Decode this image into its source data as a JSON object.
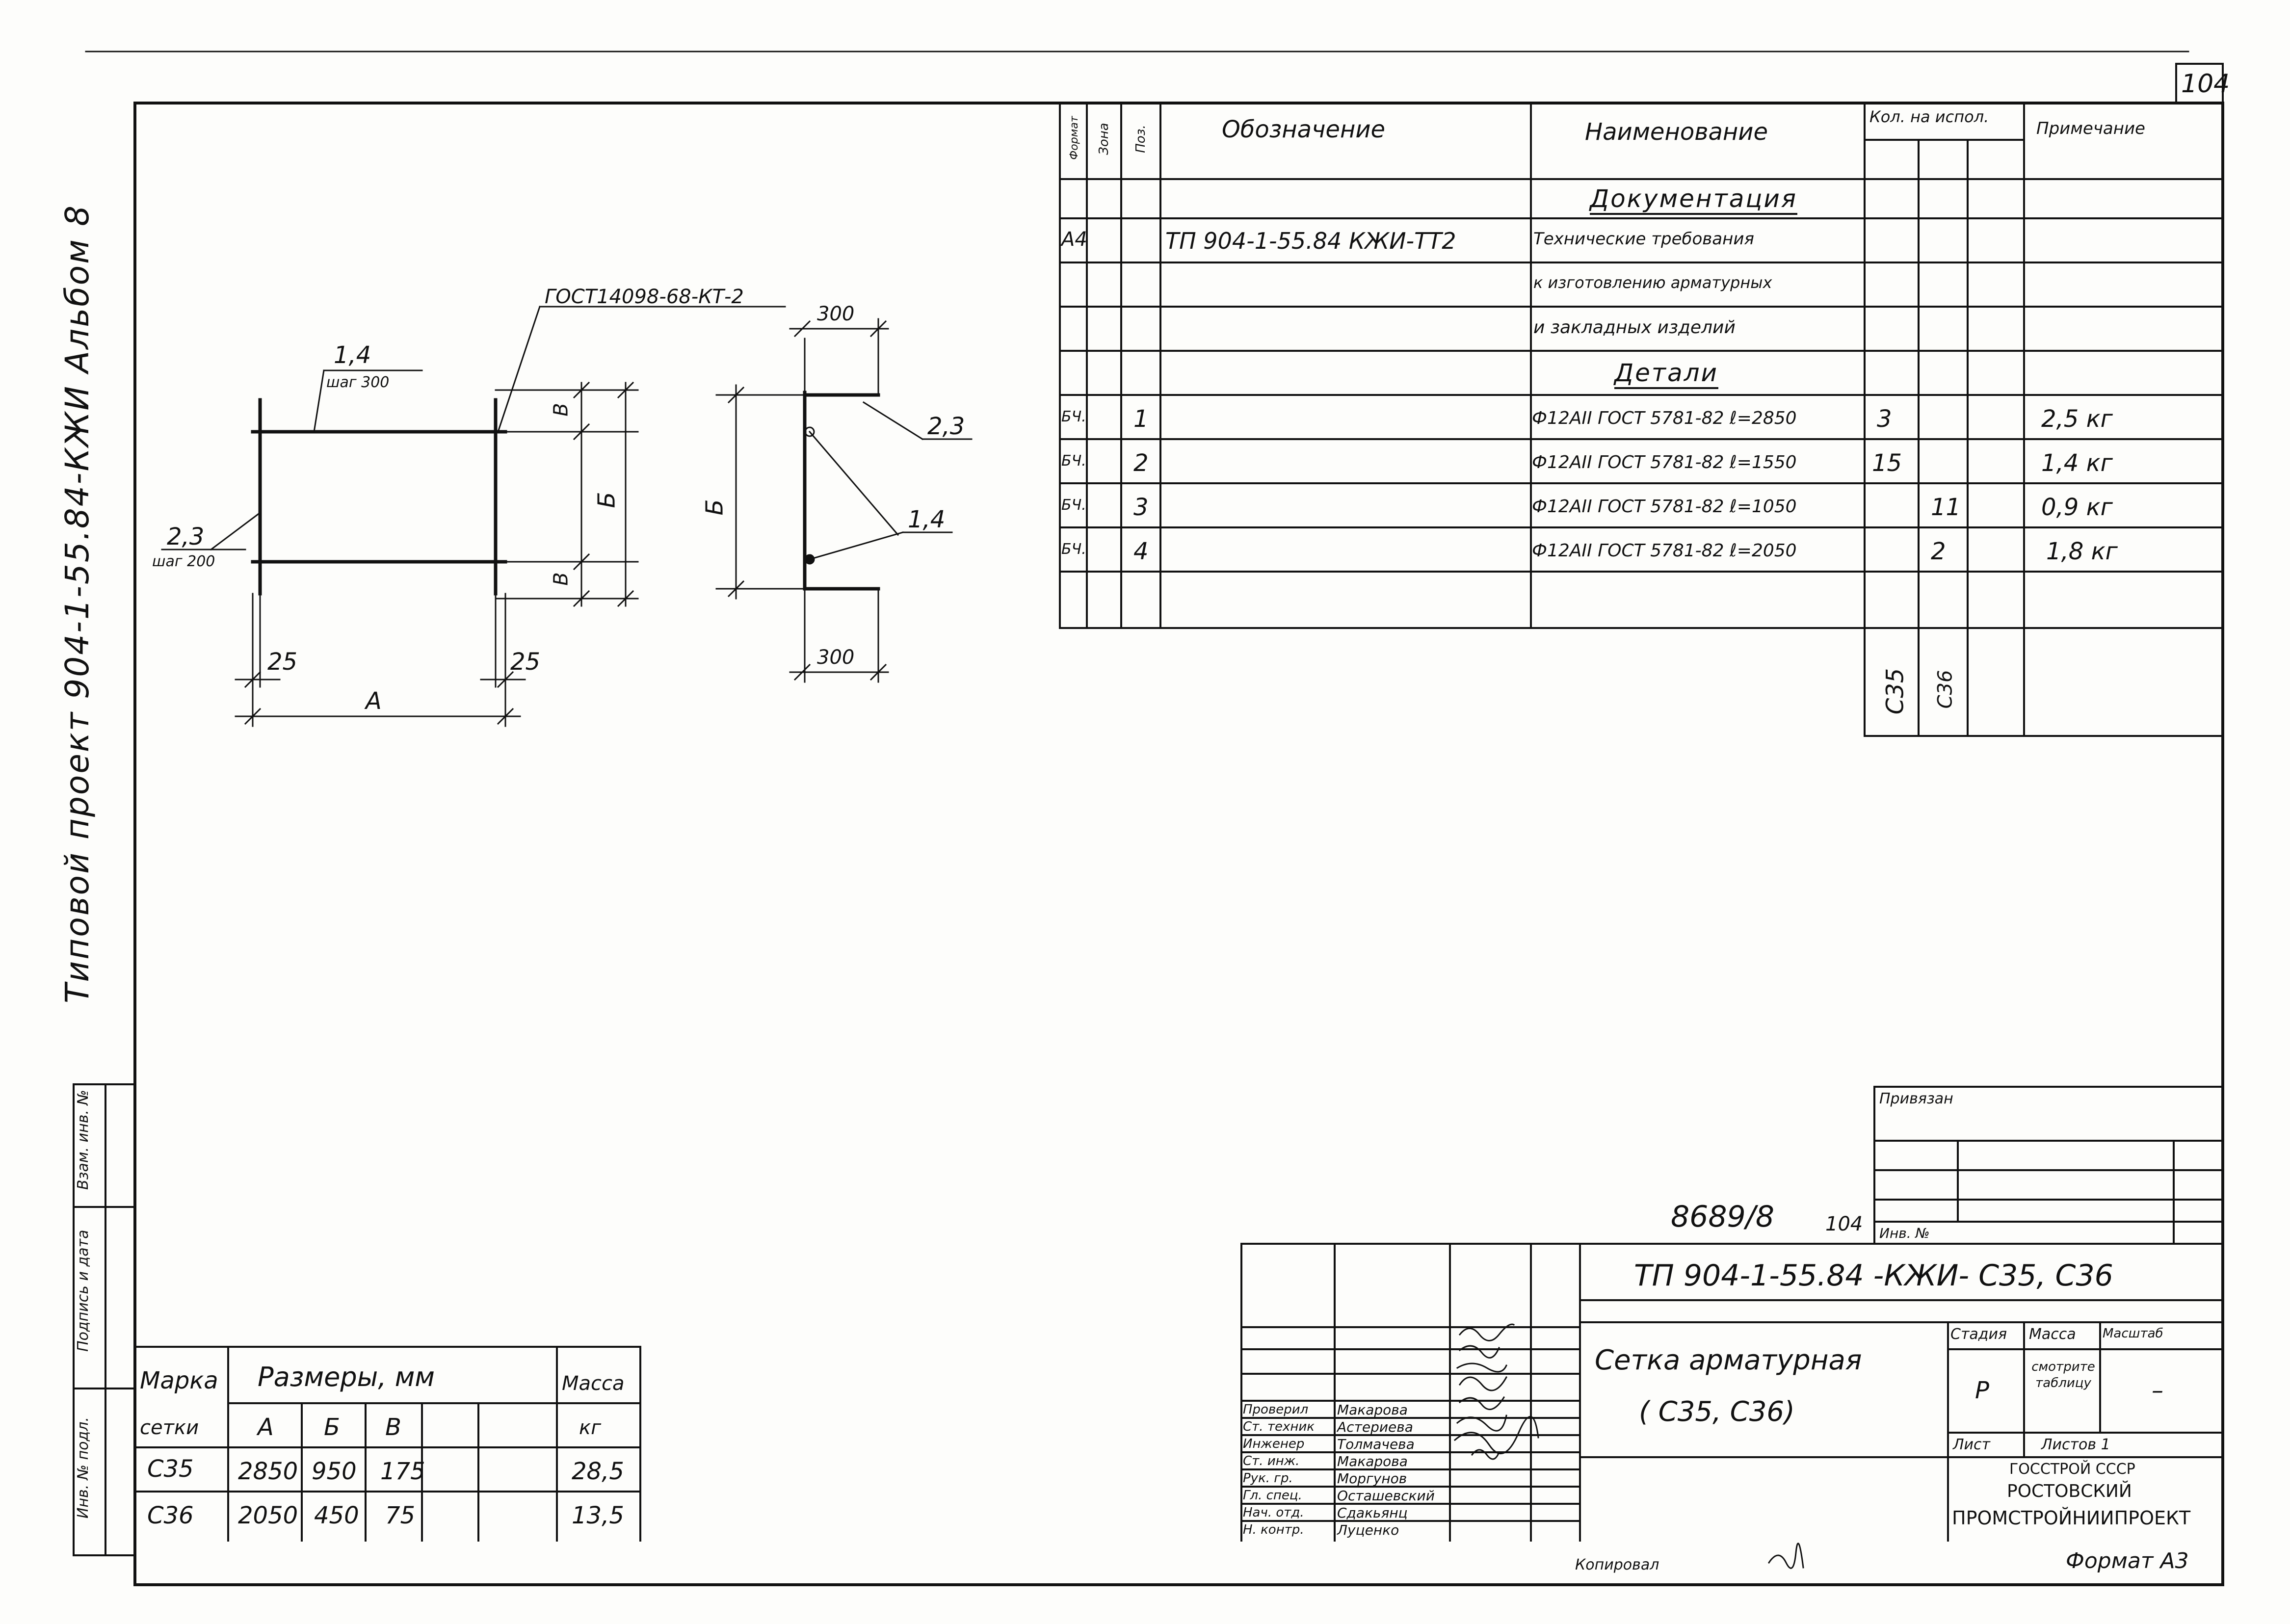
{
  "sheet_number": "104",
  "side_title": "Типовой проект 904-1-55.84-КЖИ Альбом 8",
  "side_stamp": {
    "col1": "Инв. № подл.",
    "col2": "Подпись и дата",
    "col3": "Взам. инв. №"
  },
  "drawing": {
    "weld_note": "ГОСТ14098-68-КТ-2",
    "bar_label_top": "1,4",
    "step_top": "шаг 300",
    "bar_label_left": "2,3",
    "step_left": "шаг 200",
    "dim_b_small_top": "В",
    "dim_b_big": "Б",
    "dim_b_small_bottom": "В",
    "dim_25_left": "25",
    "dim_25_right": "25",
    "dim_a": "А",
    "section_top": "300",
    "section_bottom": "300",
    "section_b": "Б",
    "section_label_23": "2,3",
    "section_label_14": "1,4"
  },
  "spec": {
    "headers": {
      "format": "Формат",
      "zone": "Зона",
      "pos": "Поз.",
      "designation": "Обозначение",
      "name": "Наименование",
      "qty": "Кол. на испол.",
      "note": "Примечание"
    },
    "section_docs": "Документация",
    "doc_format": "А4",
    "doc_designation": "ТП 904-1-55.84 КЖИ-ТТ2",
    "doc_name_1": "Технические требования",
    "doc_name_2": "к изготовлению арматурных",
    "doc_name_3": "и закладных изделий",
    "section_details": "Детали",
    "rows": [
      {
        "format": "БЧ.",
        "pos": "1",
        "name": "Ф12АII ГОСТ 5781-82  ℓ=2850",
        "q1": "3",
        "q2": "",
        "note": "2,5 кг"
      },
      {
        "format": "БЧ.",
        "pos": "2",
        "name": "Ф12АII ГОСТ 5781-82  ℓ=1550",
        "q1": "15",
        "q2": "",
        "note": "1,4 кг"
      },
      {
        "format": "БЧ.",
        "pos": "3",
        "name": "Ф12АII ГОСТ 5781-82  ℓ=1050",
        "q1": "",
        "q2": "11",
        "note": "0,9 кг"
      },
      {
        "format": "БЧ.",
        "pos": "4",
        "name": "Ф12АII ГОСТ 5781-82  ℓ=2050",
        "q1": "",
        "q2": "2",
        "note": "1,8 кг"
      }
    ],
    "exec_1": "С35",
    "exec_2": "С36"
  },
  "sizes_table": {
    "col_mark": "Марка",
    "col_mark_sub": "сетки",
    "col_dims": "Размеры, мм",
    "col_a": "А",
    "col_b": "Б",
    "col_v": "В",
    "col_mass": "Масса",
    "col_mass_sub": "кг",
    "rows": [
      {
        "mark": "С35",
        "a": "2850",
        "b": "950",
        "v": "175",
        "mass": "28,5"
      },
      {
        "mark": "С36",
        "a": "2050",
        "b": "450",
        "v": "75",
        "mass": "13,5"
      }
    ]
  },
  "title_block": {
    "privyazan": "Привязан",
    "inv_label": "Инв. №",
    "archive_no": "8689/8",
    "archive_sheet": "104",
    "designation": "ТП 904-1-55.84 -КЖИ- С35, С36",
    "title_1": "Сетка арматурная",
    "title_2": "( С35,  С36)",
    "stage_label": "Стадия",
    "mass_label": "Масса",
    "scale_label": "Масштаб",
    "stage": "Р",
    "mass_value": "смотрите таблицу",
    "scale_value": "–",
    "sheet_label": "Лист",
    "sheets_label": "Листов 1",
    "org_1": "ГОССТРОЙ СССР",
    "org_2": "РОСТОВСКИЙ",
    "org_3": "ПРОМСТРОЙНИИПРОЕКТ",
    "people": [
      {
        "role": "Проверил",
        "name": "Макарова"
      },
      {
        "role": "Ст. техник",
        "name": "Астериева"
      },
      {
        "role": "Инженер",
        "name": "Толмачева"
      },
      {
        "role": "Ст. инж.",
        "name": "Макарова"
      },
      {
        "role": "Рук. гр.",
        "name": "Моргунов"
      },
      {
        "role": "Гл. спец.",
        "name": "Осташевский"
      },
      {
        "role": "Нач. отд.",
        "name": "Сдакьянц"
      },
      {
        "role": "Н. контр.",
        "name": "Луценко"
      }
    ]
  },
  "copied": "Копировал",
  "format_label": "Формат А3"
}
